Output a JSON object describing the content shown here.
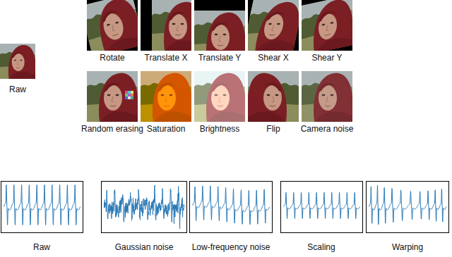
{
  "diagram": {
    "labels": [
      "Raw",
      "Rotate",
      "Translate X",
      "Translate Y",
      "Shear X",
      "Shear Y",
      "Random erasing",
      "Saturation",
      "Brightness",
      "Flip",
      "Camera noise",
      "Raw",
      "Gaussian noise",
      "Low-frequency noise",
      "Scaling",
      "Warping"
    ]
  }
}
